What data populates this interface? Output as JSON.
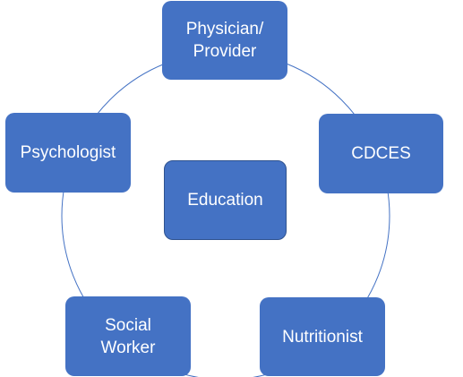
{
  "diagram": {
    "center": {
      "label": "Education"
    },
    "nodes": {
      "physician": {
        "label": "Physician/\nProvider"
      },
      "cdces": {
        "label": "CDCES"
      },
      "nutritionist": {
        "label": "Nutritionist"
      },
      "social_worker": {
        "label": "Social\nWorker"
      },
      "psychologist": {
        "label": "Psychologist"
      }
    },
    "colors": {
      "node_fill": "#4472c4",
      "center_border": "#2f528f",
      "ring_stroke": "#4472c4",
      "text": "#ffffff"
    }
  }
}
